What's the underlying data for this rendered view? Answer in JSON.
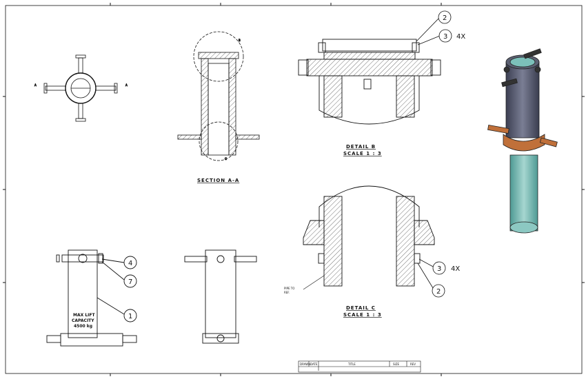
{
  "drawing": {
    "section_label": "SECTION A-A",
    "detail_b": {
      "title": "DETAIL B",
      "scale": "SCALE 1 : 3"
    },
    "detail_c": {
      "title": "DETAIL C",
      "scale": "SCALE 1 : 3",
      "note_line1": "PIPE TO",
      "note_line2": "REF."
    },
    "section_marker": "A",
    "detail_markers": {
      "b": "B",
      "c": "C"
    },
    "capacity_label": {
      "line1": "MAX LIFT",
      "line2": "CAPACITY",
      "line3": "4500 kg"
    },
    "balloons": {
      "b_top": "2",
      "b_mid": "3",
      "b_qty": "4X",
      "c_top": "3",
      "c_bottom": "2",
      "c_qty": "4X",
      "front_a": "4",
      "front_b": "7",
      "front_c": "1"
    },
    "title_block": {
      "cell1": "DRAWN",
      "cell2": "DATE",
      "cell3": "TITLE",
      "cell4": "SIZE",
      "cell5": "REV"
    }
  },
  "colors": {
    "line": "#111111",
    "body": "#5a5e72",
    "collar": "#c0703a",
    "tube": "#6fb3ad"
  }
}
